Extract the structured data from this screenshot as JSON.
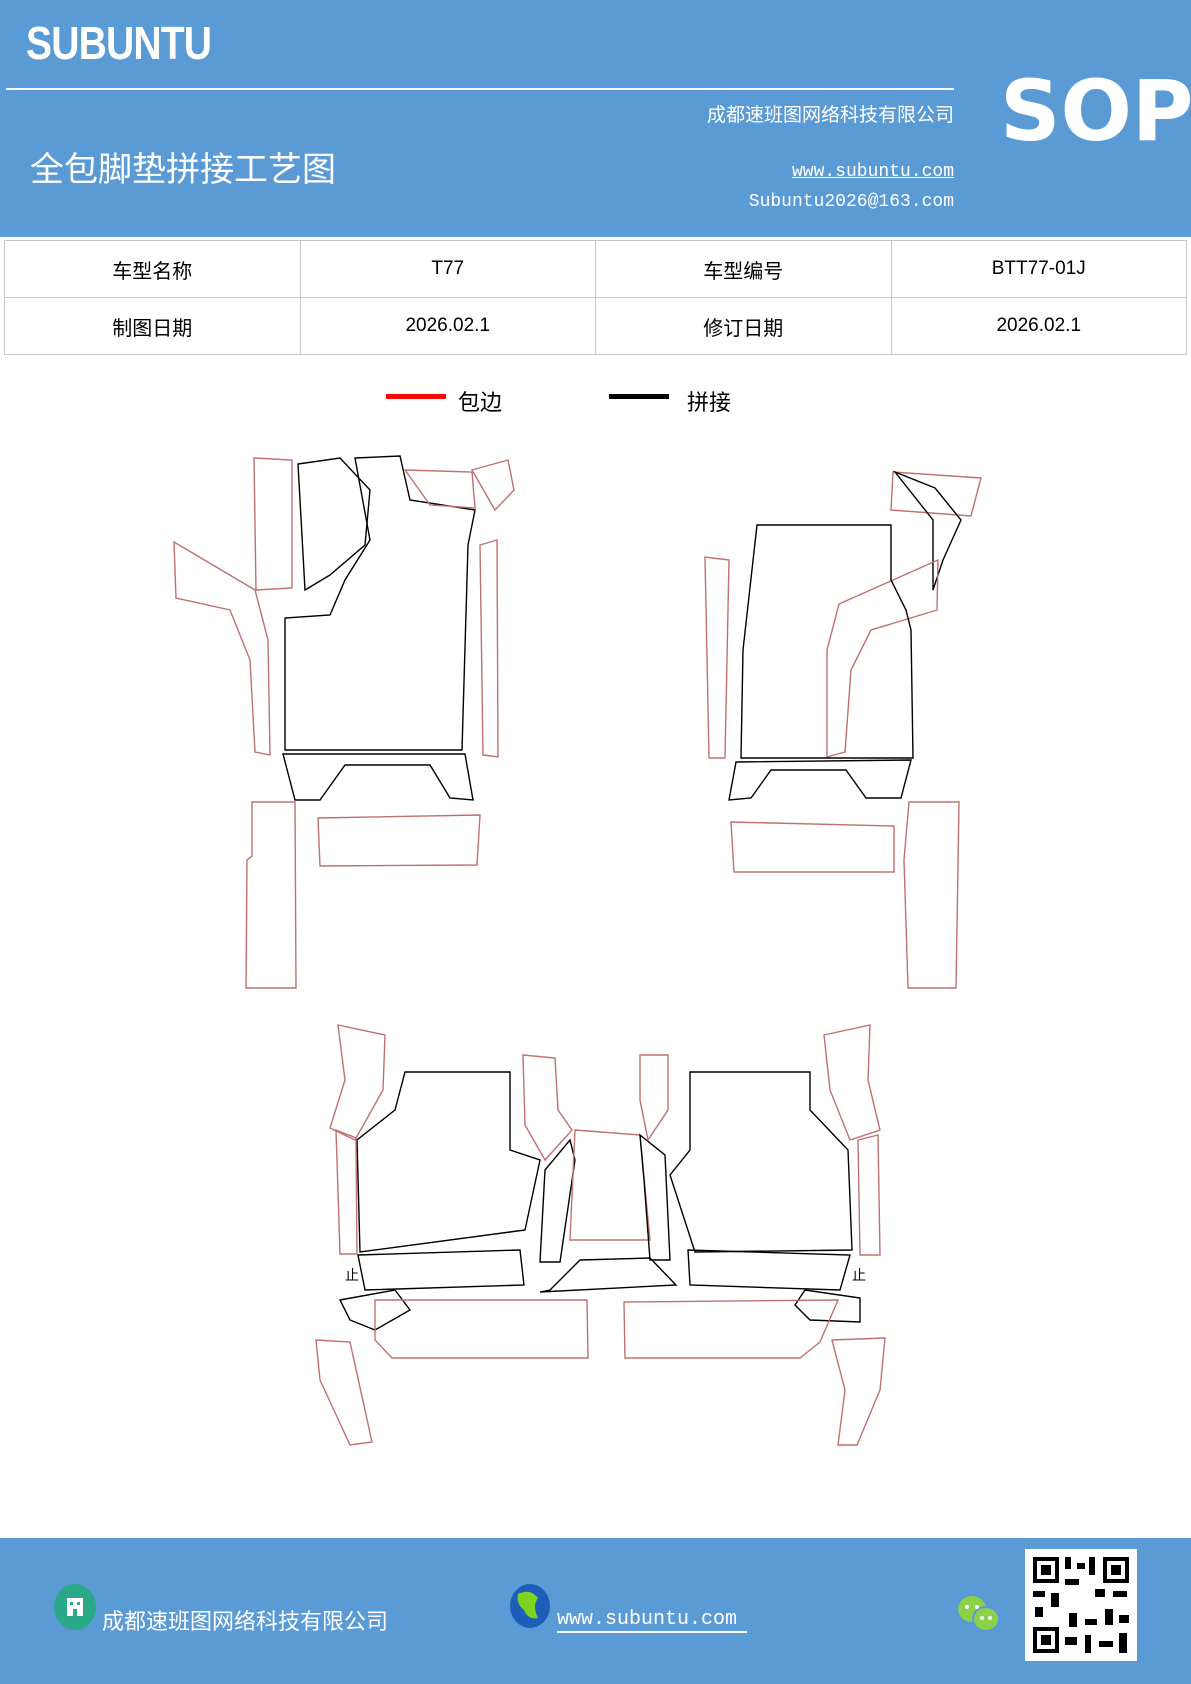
{
  "header": {
    "logo": "SUBUNTU",
    "company": "成都速班图网络科技有限公司",
    "title": "全包脚垫拼接工艺图",
    "website": "www.subuntu.com",
    "email": "Subuntu2026@163.com",
    "badge": "SOP",
    "color": "#5b9bd5"
  },
  "info_table": [
    [
      "车型名称",
      "T77",
      "车型编号",
      "BTT77-01J"
    ],
    [
      "制图日期",
      "2026.02.1",
      "修订日期",
      "2026.02.1"
    ]
  ],
  "legend": [
    {
      "label": "包边",
      "color": "#ff0000"
    },
    {
      "label": "拼接",
      "color": "#000000"
    }
  ],
  "diagram": {
    "labels": [
      "止",
      "止"
    ]
  },
  "footer": {
    "company": "成都速班图网络科技有限公司",
    "website": "www.subuntu.com",
    "icons": [
      "building-icon",
      "globe-icon",
      "wechat-icon",
      "qr-code"
    ]
  }
}
